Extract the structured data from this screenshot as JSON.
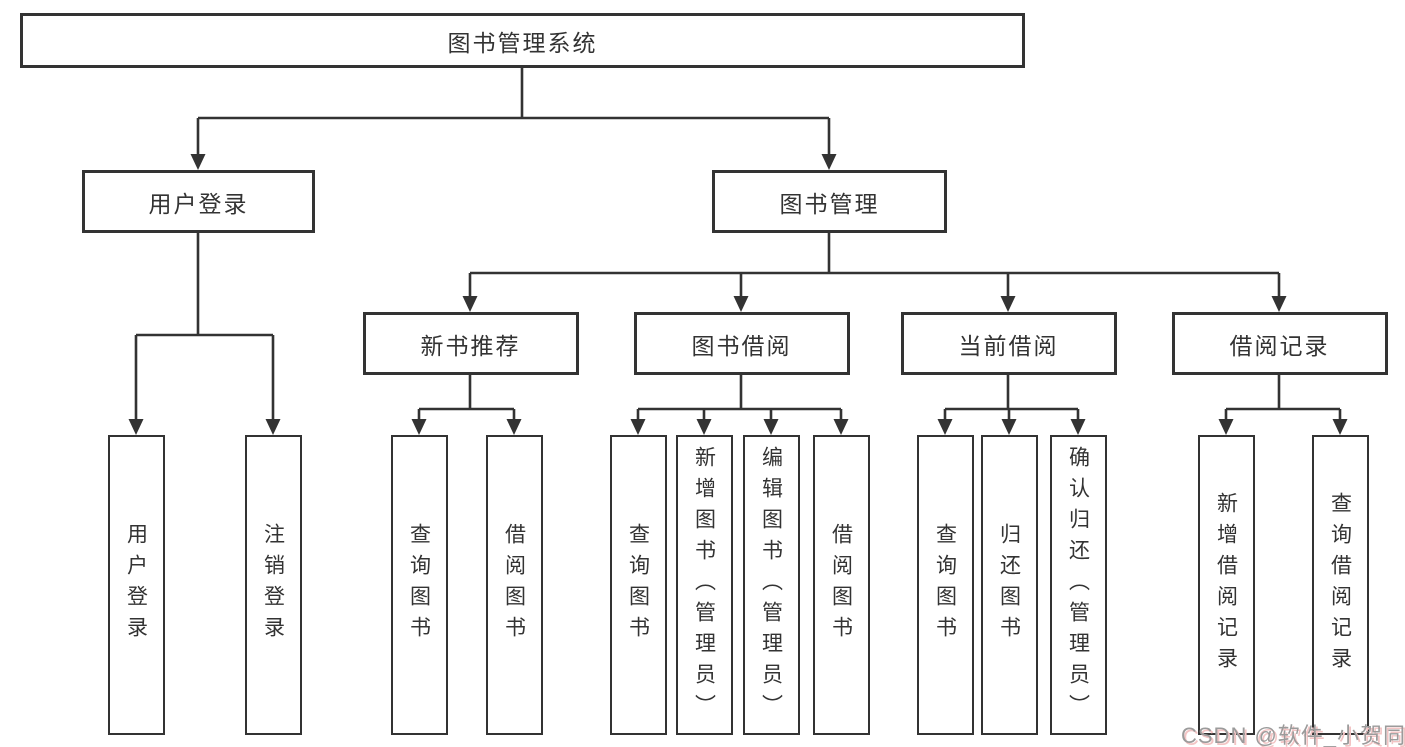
{
  "diagram": {
    "root": {
      "label": "图书管理系统"
    },
    "level2": [
      {
        "id": "user-login",
        "label": "用户登录"
      },
      {
        "id": "book-management",
        "label": "图书管理"
      }
    ],
    "level3": [
      {
        "id": "new-book-recommend",
        "label": "新书推荐"
      },
      {
        "id": "book-borrowing",
        "label": "图书借阅"
      },
      {
        "id": "current-borrowing",
        "label": "当前借阅"
      },
      {
        "id": "borrow-records",
        "label": "借阅记录"
      }
    ],
    "leaves": {
      "user_login": [
        "用户登录",
        "注销登录"
      ],
      "new_book_recommend": [
        "查询图书",
        "借阅图书"
      ],
      "book_borrowing": [
        "查询图书",
        "新增图书（管理员）",
        "编辑图书（管理员）",
        "借阅图书"
      ],
      "current_borrowing": [
        "查询图书",
        "归还图书",
        "确认归还（管理员）"
      ],
      "borrow_records": [
        "新增借阅记录",
        "查询借阅记录"
      ]
    }
  },
  "watermark": {
    "text": "CSDN @软件_小贺同学"
  },
  "colors": {
    "line": "#333333",
    "box_border": "#333333",
    "box_fill": "#ffffff",
    "text": "#333333",
    "watermark_text": "#9b9b9b",
    "watermark_shadow": "#f2c4c4",
    "background": "#ffffff"
  }
}
